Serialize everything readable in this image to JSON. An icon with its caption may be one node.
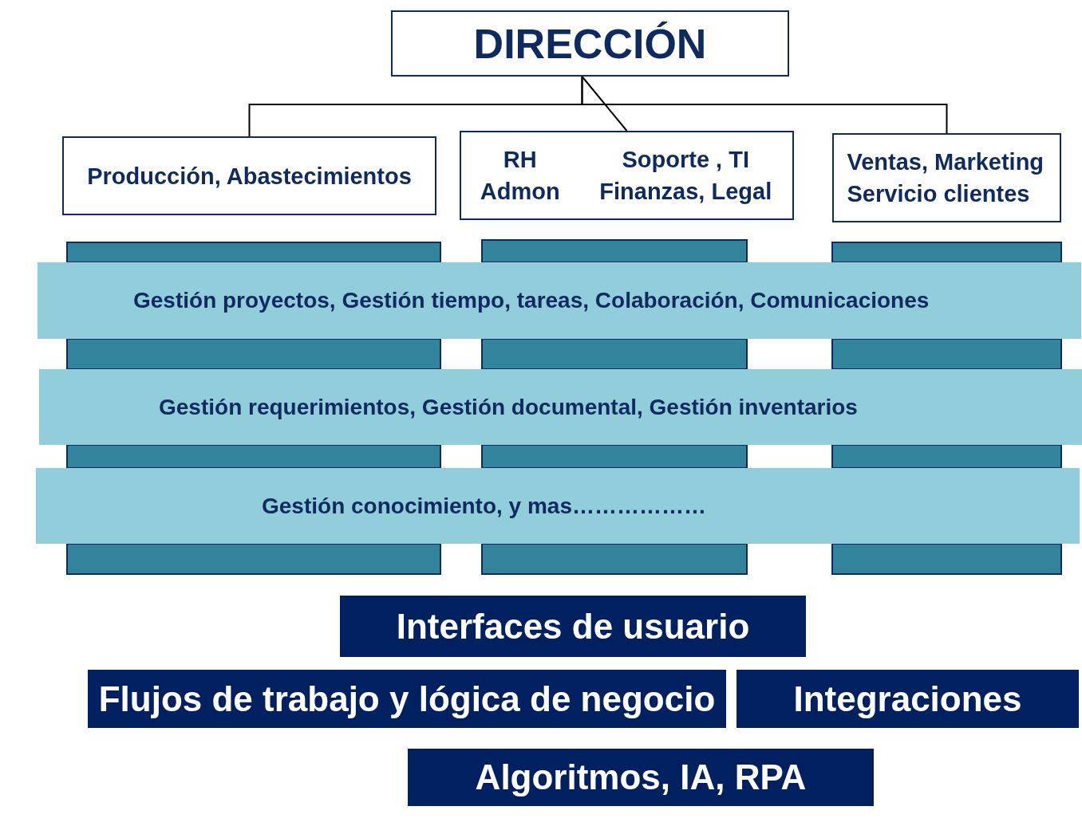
{
  "diagram": {
    "nodes": [
      {
        "text": [
          "DIRECCIÓN"
        ]
      },
      {
        "text": [
          "Producción, Abastecimientos"
        ]
      },
      {
        "text": [
          "RH Admon",
          "Soporte , TI Finanzas, Legal"
        ]
      },
      {
        "text": [
          "Ventas, Marketing Servicio clientes"
        ]
      },
      {
        "text": [],
        "shape": "bar"
      },
      {
        "text": [],
        "shape": "bar"
      },
      {
        "text": [],
        "shape": "bar"
      },
      {
        "text": [
          "Gestión proyectos, Gestión tiempo, tareas, Colaboración, Comunicaciones"
        ]
      },
      {
        "text": [
          "Gestión requerimientos, Gestión documental, Gestión inventarios"
        ]
      },
      {
        "text": [
          "Gestión conocimiento, y mas………………"
        ]
      },
      {
        "text": [
          "Interfaces de usuario"
        ]
      },
      {
        "text": [
          "Flujos de trabajo y lógica de negocio"
        ]
      },
      {
        "text": [
          "Integraciones"
        ]
      },
      {
        "text": [
          "Algoritmos, IA, RPA"
        ]
      }
    ],
    "edges": [
      {
        "from": 0,
        "to": 1,
        "arrow": "none"
      },
      {
        "from": 0,
        "to": 2,
        "arrow": "none"
      },
      {
        "from": 0,
        "to": 3,
        "arrow": "none"
      }
    ]
  }
}
